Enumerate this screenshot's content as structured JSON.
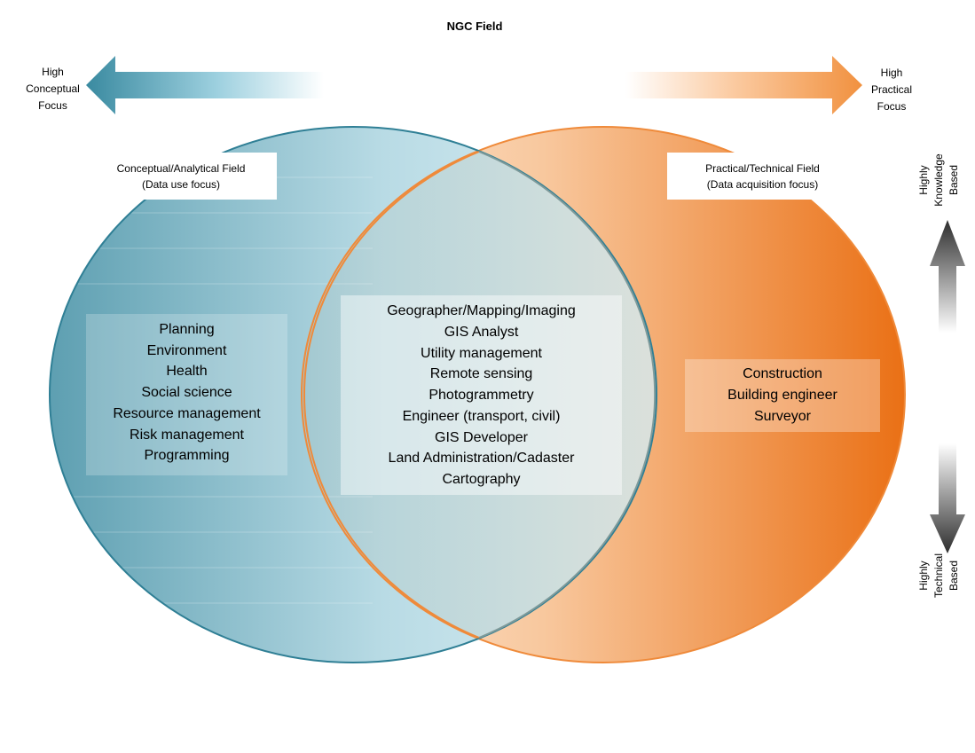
{
  "title": "NGC Field",
  "left_arrow_label": [
    "High",
    "Conceptual",
    "Focus"
  ],
  "right_arrow_label": [
    "High",
    "Practical",
    "Focus"
  ],
  "left_field": {
    "title": "Conceptual/Analytical Field",
    "subtitle": "(Data use focus)",
    "items": [
      "Planning",
      "Environment",
      "Health",
      "Social science",
      "Resource management",
      "Risk management",
      "Programming"
    ]
  },
  "overlap": {
    "items": [
      "Geographer/Mapping/Imaging",
      "GIS Analyst",
      "Utility management",
      "Remote sensing",
      "Photogrammetry",
      "Engineer (transport, civil)",
      "GIS Developer",
      "Land Administration/Cadaster",
      "Cartography"
    ]
  },
  "right_field": {
    "title": "Practical/Technical Field",
    "subtitle": "(Data acquisition focus)",
    "items": [
      "Construction",
      "Building engineer",
      "Surveyor"
    ]
  },
  "top_vertical_label": [
    "Highly",
    "Knowledge",
    "Based"
  ],
  "bottom_vertical_label": [
    "Highly",
    "Technical",
    "Based"
  ],
  "colors": {
    "teal": "#3a8aa0",
    "teal_light": "#a9d6e2",
    "orange": "#ee7a1e",
    "orange_light": "#fde3cf",
    "gray_arrow": "#2e2e2e"
  }
}
